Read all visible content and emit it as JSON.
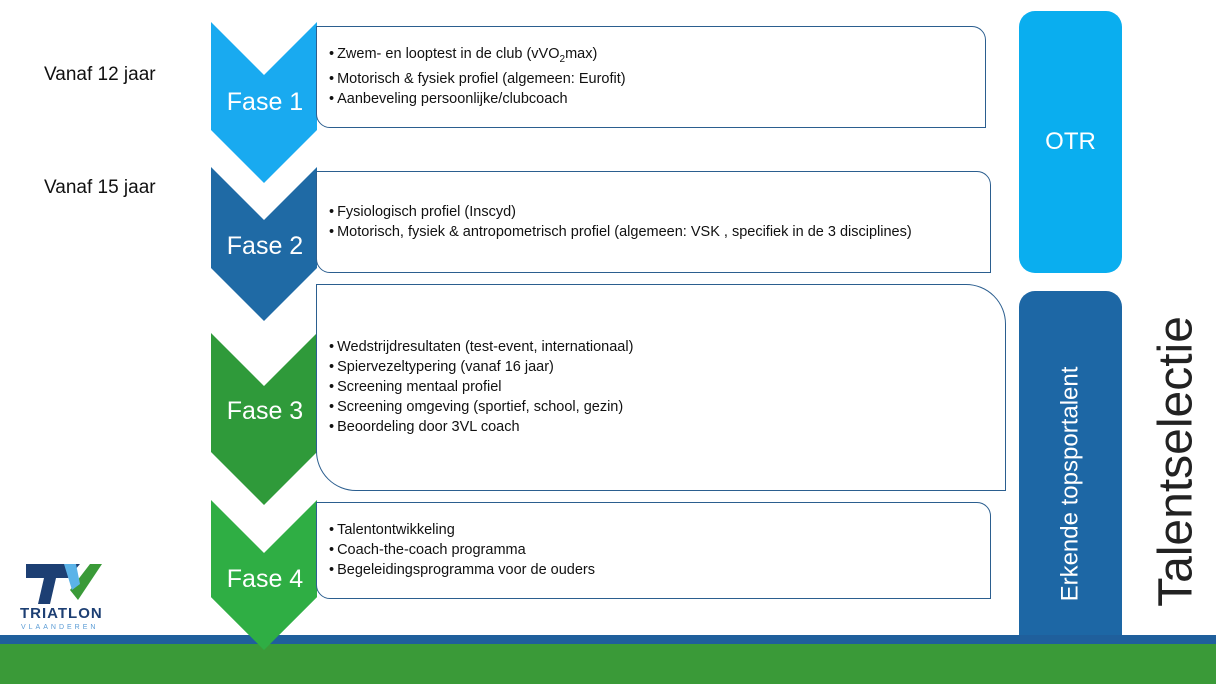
{
  "ages": [
    "Vanaf 12 jaar",
    "Vanaf 15 jaar"
  ],
  "phases": [
    {
      "label": "Fase 1",
      "color": "#19aaf0",
      "items": [
        "Zwem- en looptest in de club (vVO",
        "Motorisch & fysiek profiel (algemeen: Eurofit)",
        "Aanbeveling persoonlijke/clubcoach"
      ],
      "vo2_sub": "2",
      "vo2_tail": "max)"
    },
    {
      "label": "Fase 2",
      "color": "#1f6aa5",
      "items": [
        "Fysiologisch profiel (Inscyd)",
        "Motorisch, fysiek & antropometrisch profiel (algemeen: VSK , specifiek in de 3 disciplines)"
      ]
    },
    {
      "label": "Fase 3",
      "color": "#2f9a3a",
      "items": [
        "Wedstrijdresultaten (test-event, internationaal)",
        "Spiervezeltypering (vanaf 16 jaar)",
        "Screening mentaal profiel",
        "Screening omgeving (sportief, school, gezin)",
        "Beoordeling door 3VL coach"
      ]
    },
    {
      "label": "Fase 4",
      "color": "#2fae44",
      "items": [
        "Talentontwikkeling",
        "Coach-the-coach programma",
        "Begeleidingsprogramma voor de ouders"
      ]
    }
  ],
  "pills": [
    {
      "label": "OTR",
      "color": "#0aaeef"
    },
    {
      "label": "Erkende topsportalent",
      "color": "#1d67a5"
    }
  ],
  "side_label": "Talentselectie",
  "logo": {
    "name": "TRIATLON",
    "sub": "VLAANDEREN"
  }
}
